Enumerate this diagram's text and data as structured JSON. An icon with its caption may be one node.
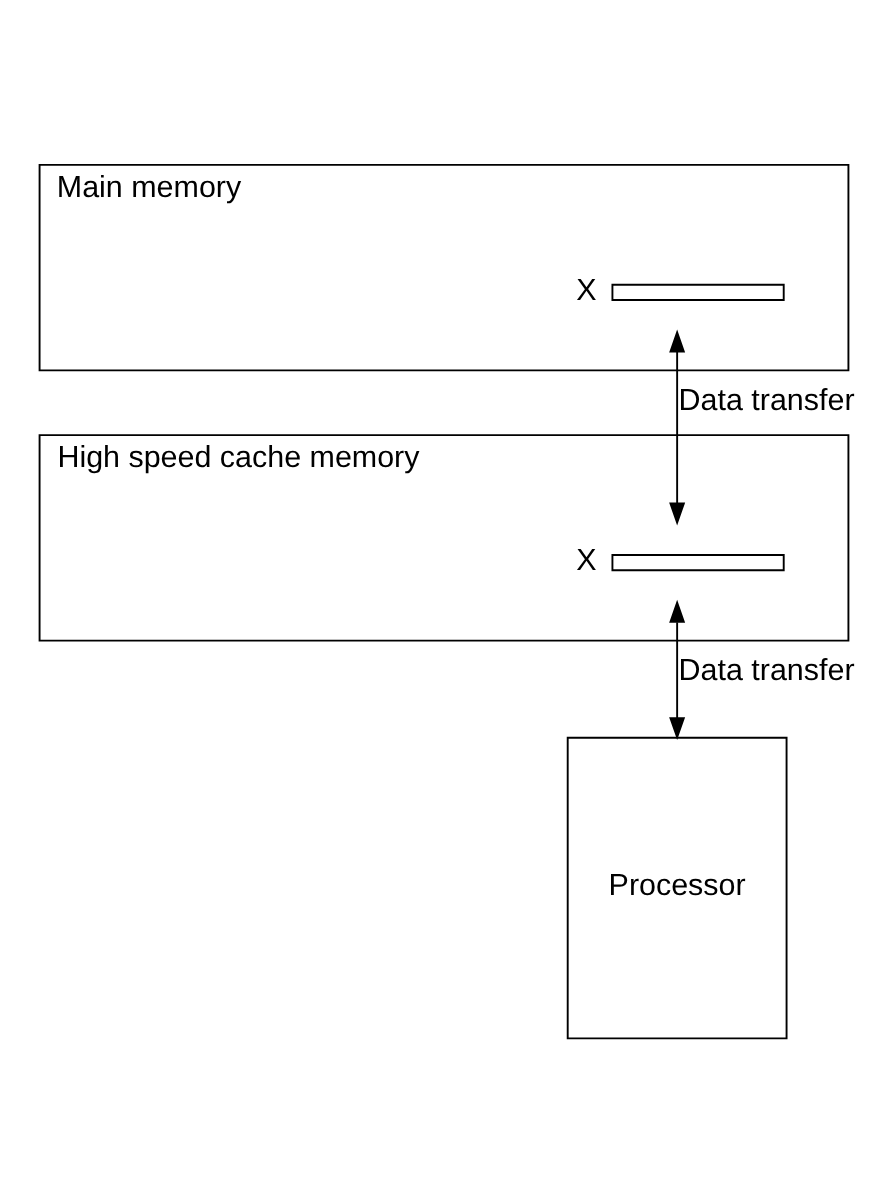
{
  "diagram": {
    "nodes": [
      {
        "text": [
          "Main memory"
        ]
      },
      {
        "text": [],
        "shape": "bar",
        "in": 0,
        "beside": [
          "X"
        ]
      },
      {
        "text": [
          "High speed cache memory"
        ]
      },
      {
        "text": [],
        "shape": "bar",
        "in": 2,
        "beside": [
          "X"
        ]
      },
      {
        "text": [
          "Processor"
        ]
      }
    ],
    "edges": [
      {
        "from": 1,
        "to": 3,
        "arrow": "both",
        "label": "Data transfer"
      },
      {
        "from": 3,
        "to": 4,
        "arrow": "both",
        "label": "Data transfer"
      }
    ]
  }
}
